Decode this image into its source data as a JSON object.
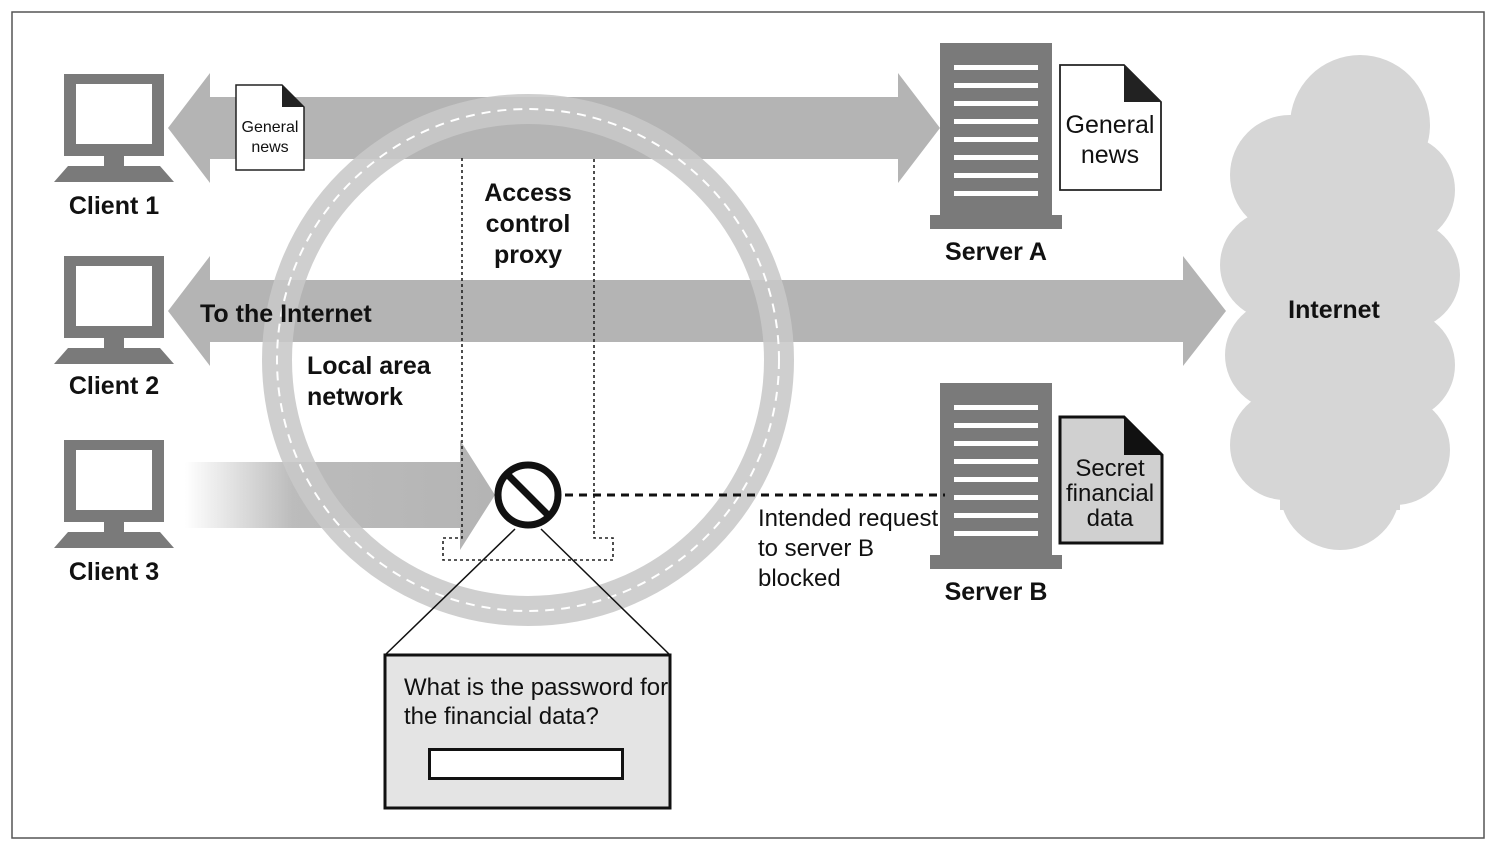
{
  "labels": {
    "client1": "Client 1",
    "client2": "Client 2",
    "client3": "Client 3",
    "server_a": "Server A",
    "server_b": "Server B",
    "internet": "Internet",
    "to_the_internet": "To the Internet",
    "local_area_network": [
      "Local area",
      "network"
    ],
    "access_control_proxy": [
      "Access",
      "control",
      "proxy"
    ],
    "doc_small": [
      "General",
      "news"
    ],
    "doc_server_a": [
      "General",
      "news"
    ],
    "doc_server_b": [
      "Secret",
      "financial",
      "data"
    ],
    "blocked_note": [
      "Intended request",
      "to server B",
      "blocked"
    ],
    "password_prompt": [
      "What is the password for",
      "the financial data?"
    ]
  },
  "password_field": {
    "value": ""
  },
  "colors": {
    "arrow": "#b4b4b4",
    "ring": "#c8c8c8",
    "machine": "#7a7a7a",
    "cloud": "#d6d6d6",
    "dialog": "#e4e4e4",
    "ink": "#111111"
  }
}
